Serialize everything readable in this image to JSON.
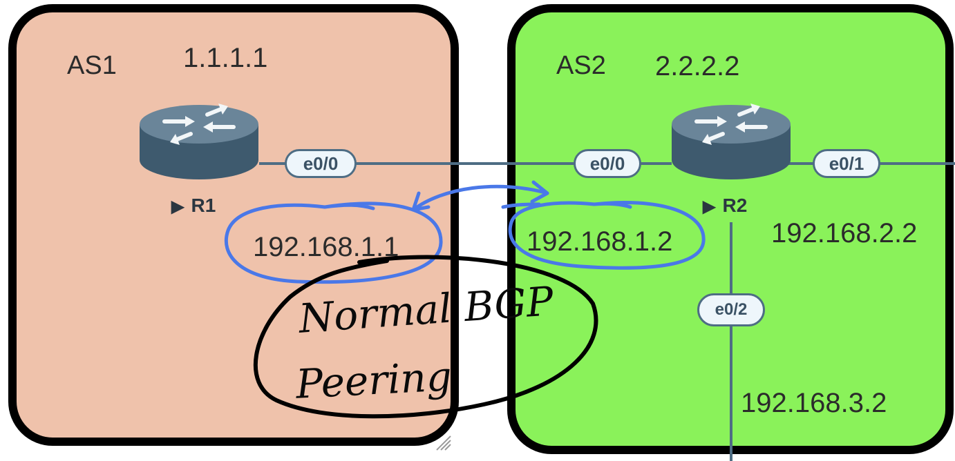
{
  "as1": {
    "name": "AS1",
    "router_id": "1.1.1.1",
    "fill": "#efc2ab"
  },
  "as2": {
    "name": "AS2",
    "router_id": "2.2.2.2",
    "fill": "#8af25a"
  },
  "r1": {
    "name": "R1",
    "iface": "e0/0",
    "ip": "192.168.1.1"
  },
  "r2": {
    "name": "R2",
    "iface_e00": "e0/0",
    "ip_e00": "192.168.1.2",
    "iface_e01": "e0/1",
    "ip_e01": "192.168.2.2",
    "iface_e02": "e0/2",
    "ip_e02": "192.168.3.2"
  },
  "annotation": {
    "line1": "Normal BGP",
    "line2": "Peering",
    "ink": "#000000",
    "highlight": "#4a78e8"
  },
  "colors": {
    "link": "#4e6d84",
    "router_top": "#5e7a90",
    "router_body": "#3e5a6e"
  }
}
